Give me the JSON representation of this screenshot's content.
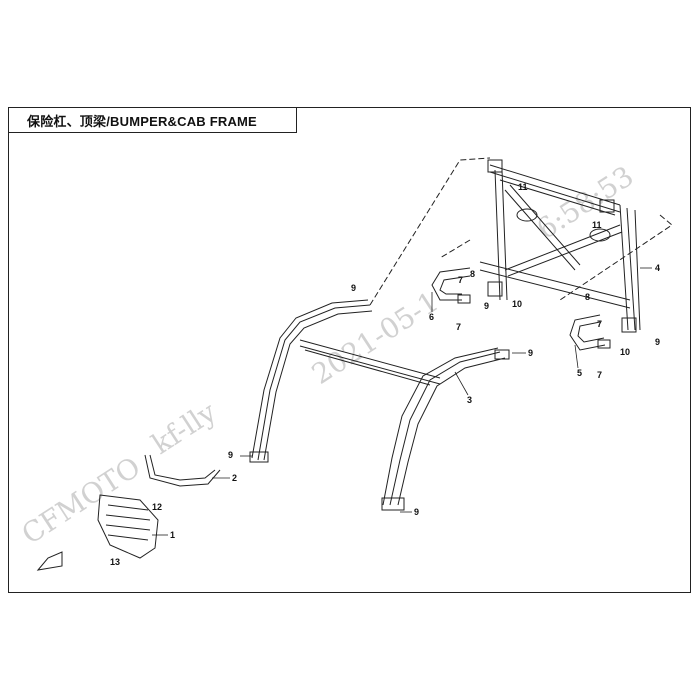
{
  "title": "保险杠、顶梁/BUMPER&CAB FRAME",
  "watermark": {
    "brand": "CFMOTO",
    "user": "kf-lly",
    "date": "2021-05-1",
    "time": "6:58:53"
  },
  "callouts": [
    {
      "id": "c1",
      "label": "1"
    },
    {
      "id": "c2",
      "label": "2"
    },
    {
      "id": "c3",
      "label": "3"
    },
    {
      "id": "c4",
      "label": "4"
    },
    {
      "id": "c5",
      "label": "5"
    },
    {
      "id": "c6",
      "label": "6"
    },
    {
      "id": "c7a",
      "label": "7"
    },
    {
      "id": "c7b",
      "label": "7"
    },
    {
      "id": "c7c",
      "label": "7"
    },
    {
      "id": "c7d",
      "label": "7"
    },
    {
      "id": "c8a",
      "label": "8"
    },
    {
      "id": "c8b",
      "label": "8"
    },
    {
      "id": "c9a",
      "label": "9"
    },
    {
      "id": "c9b",
      "label": "9"
    },
    {
      "id": "c9c",
      "label": "9"
    },
    {
      "id": "c9d",
      "label": "9"
    },
    {
      "id": "c9e",
      "label": "9"
    },
    {
      "id": "c9f",
      "label": "9"
    },
    {
      "id": "c10a",
      "label": "10"
    },
    {
      "id": "c10b",
      "label": "10"
    },
    {
      "id": "c11a",
      "label": "11"
    },
    {
      "id": "c11b",
      "label": "11"
    },
    {
      "id": "c12",
      "label": "12"
    },
    {
      "id": "c13",
      "label": "13"
    }
  ],
  "colors": {
    "line": "#222222",
    "watermark": "#c9c9c9"
  }
}
